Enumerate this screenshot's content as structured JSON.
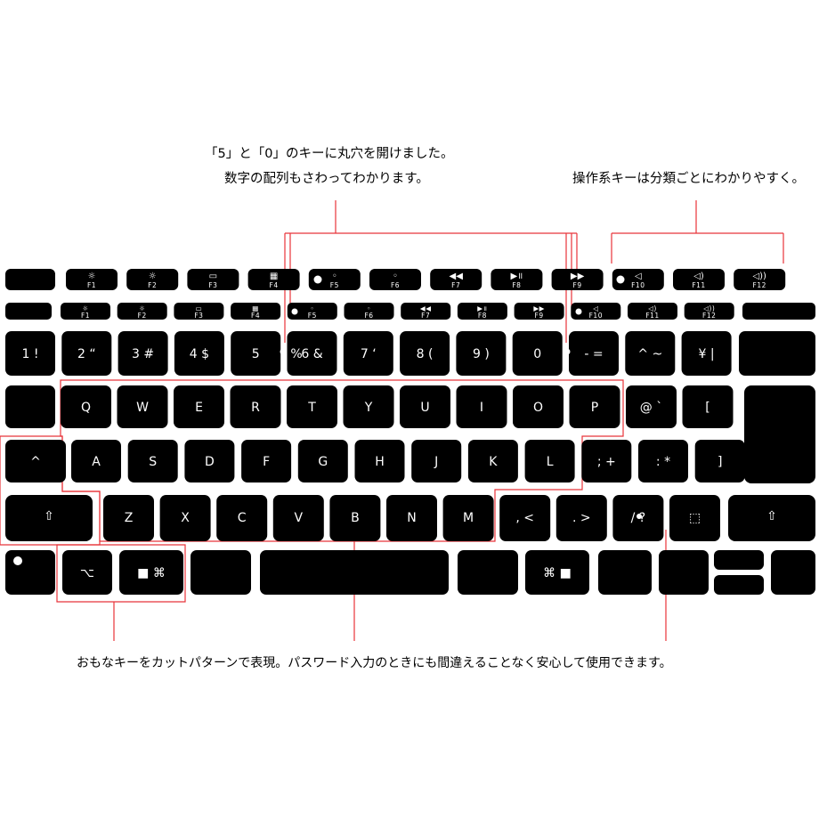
{
  "annotations": {
    "top_left_line1": "「5」と「0」のキーに丸穴を開けました。",
    "top_left_line2": "数字の配列もさわってわかります。",
    "top_right": "操作系キーは分類ごとにわかりやすく。",
    "bottom": "おもなキーをカットパターンで表現。パスワード入力のときにも間違えることなく安心して使用できます。"
  },
  "fkeys": [
    "F1",
    "F2",
    "F3",
    "F4",
    "F5",
    "F6",
    "F7",
    "F8",
    "F9",
    "F10",
    "F11",
    "F12"
  ],
  "fkey_icons": [
    "☼",
    "☼",
    "▭",
    "▦",
    "◦",
    "◦",
    "◀◀",
    "▶॥",
    "▶▶",
    "◁",
    "◁)",
    "◁))"
  ],
  "rows": {
    "numbers": [
      "1 !",
      "2 “",
      "3 #",
      "4 $",
      "5",
      "6 &",
      "7 ‘",
      "8 (",
      "9 )",
      "0",
      "- =",
      "^ ~",
      "¥ |"
    ],
    "number_five_extra": "%",
    "qwerty": [
      "Q",
      "W",
      "E",
      "R",
      "T",
      "Y",
      "U",
      "I",
      "O",
      "P",
      "@ `",
      "["
    ],
    "asdf": [
      "^",
      "A",
      "S",
      "D",
      "F",
      "G",
      "H",
      "J",
      "K",
      "L",
      "; +",
      ": *",
      "]"
    ],
    "zxcv": [
      "⇧",
      "Z",
      "X",
      "C",
      "V",
      "B",
      "N",
      "M",
      ", <",
      ". >",
      "/ ?",
      "⬚",
      "⇧"
    ],
    "bottom": [
      "⌥",
      "■ ⌘",
      "⌘ ■"
    ]
  }
}
